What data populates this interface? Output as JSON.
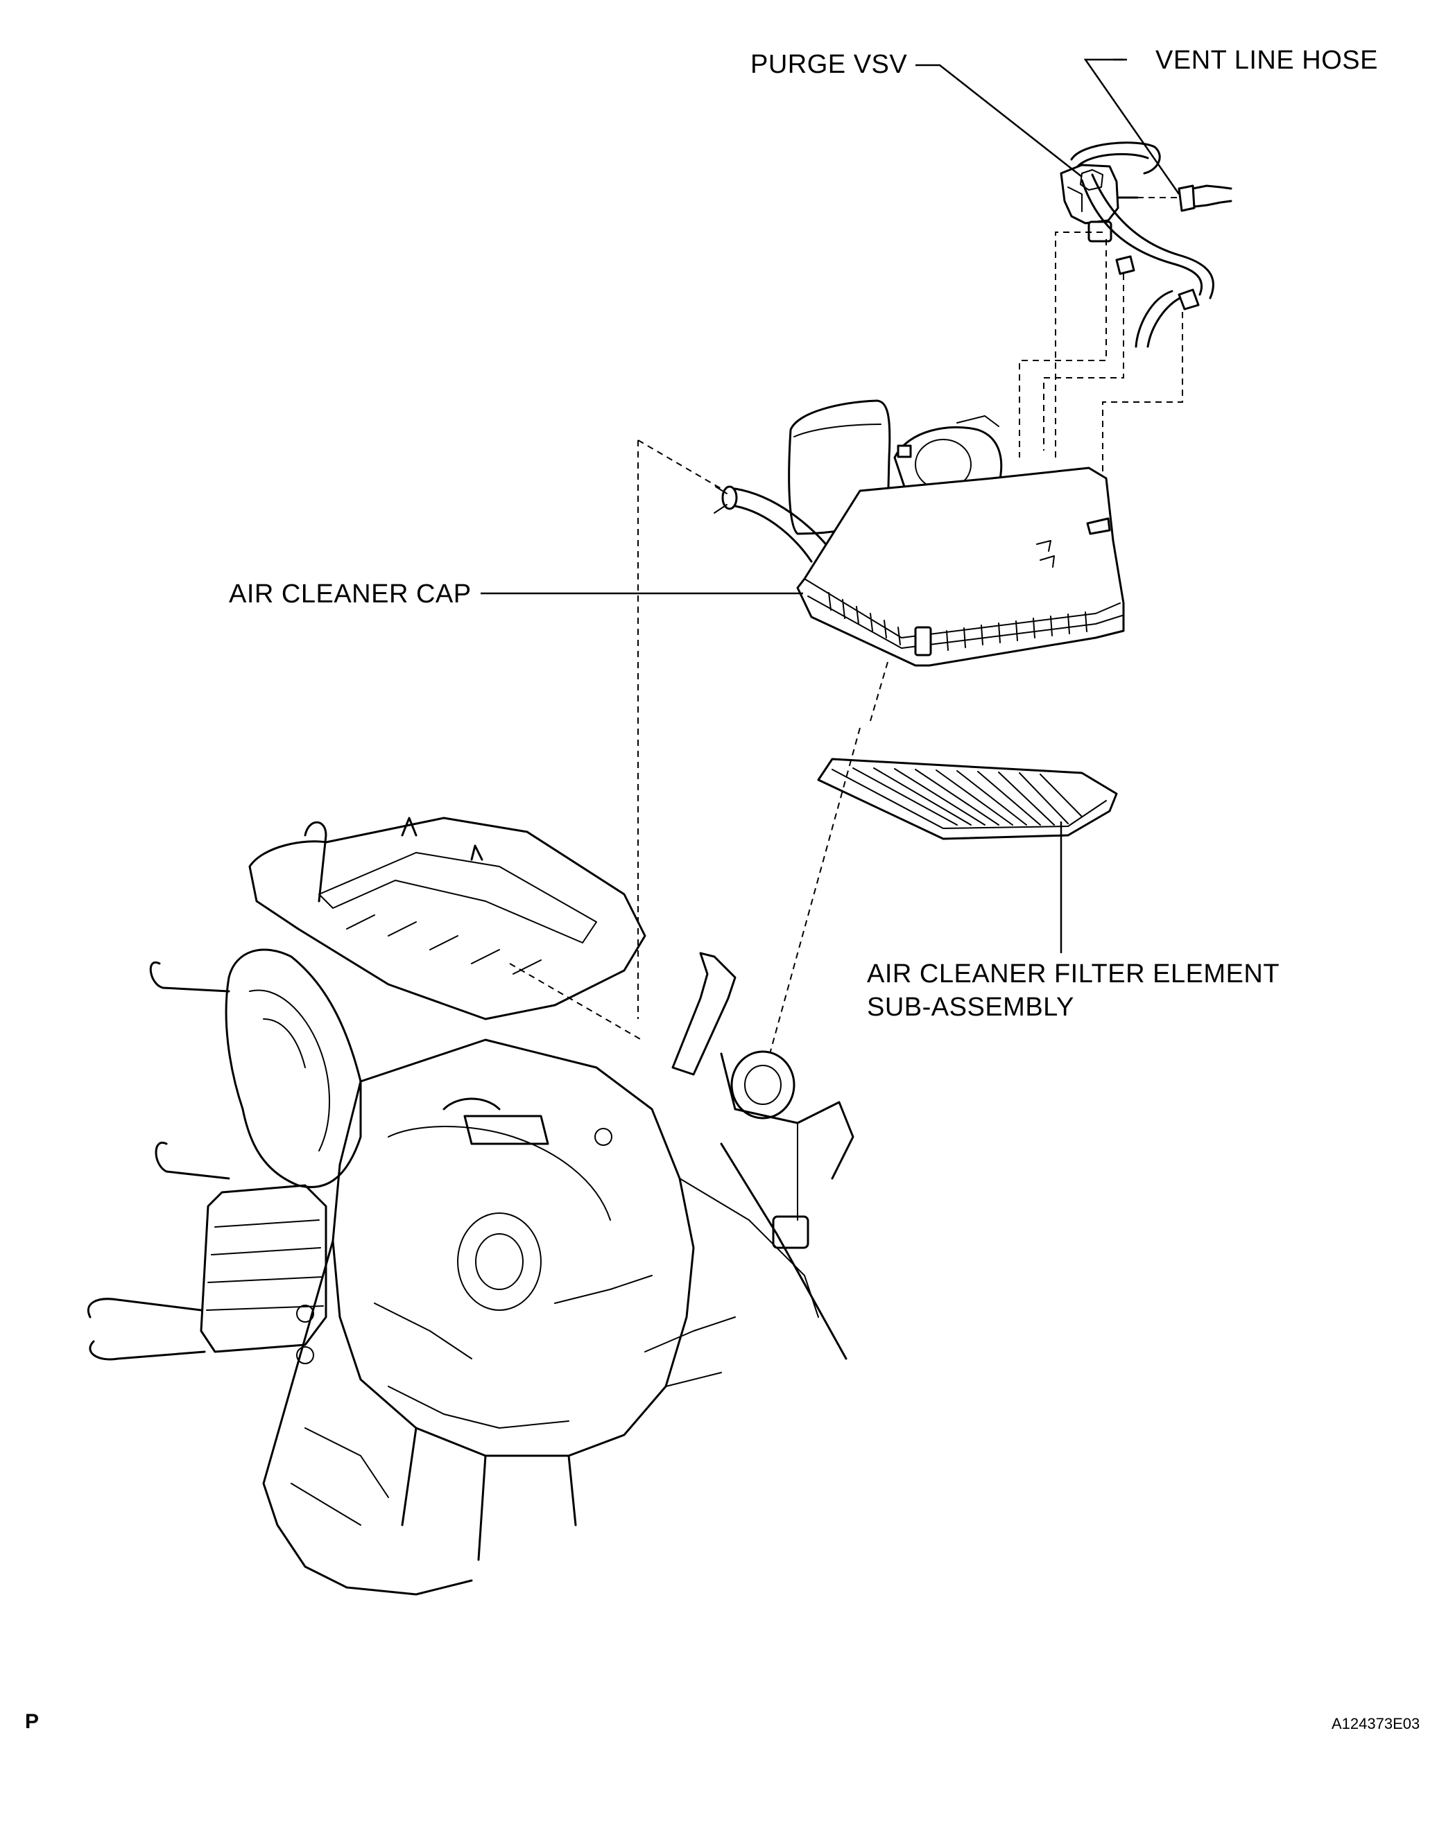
{
  "labels": {
    "purge_vsv": "PURGE VSV",
    "vent_line_hose": "VENT LINE HOSE",
    "air_cleaner_cap": "AIR CLEANER CAP",
    "filter_element_line1": "AIR CLEANER FILTER ELEMENT",
    "filter_element_line2": "SUB-ASSEMBLY"
  },
  "footer": {
    "left_code": "P",
    "figure_number": "A124373E03"
  }
}
